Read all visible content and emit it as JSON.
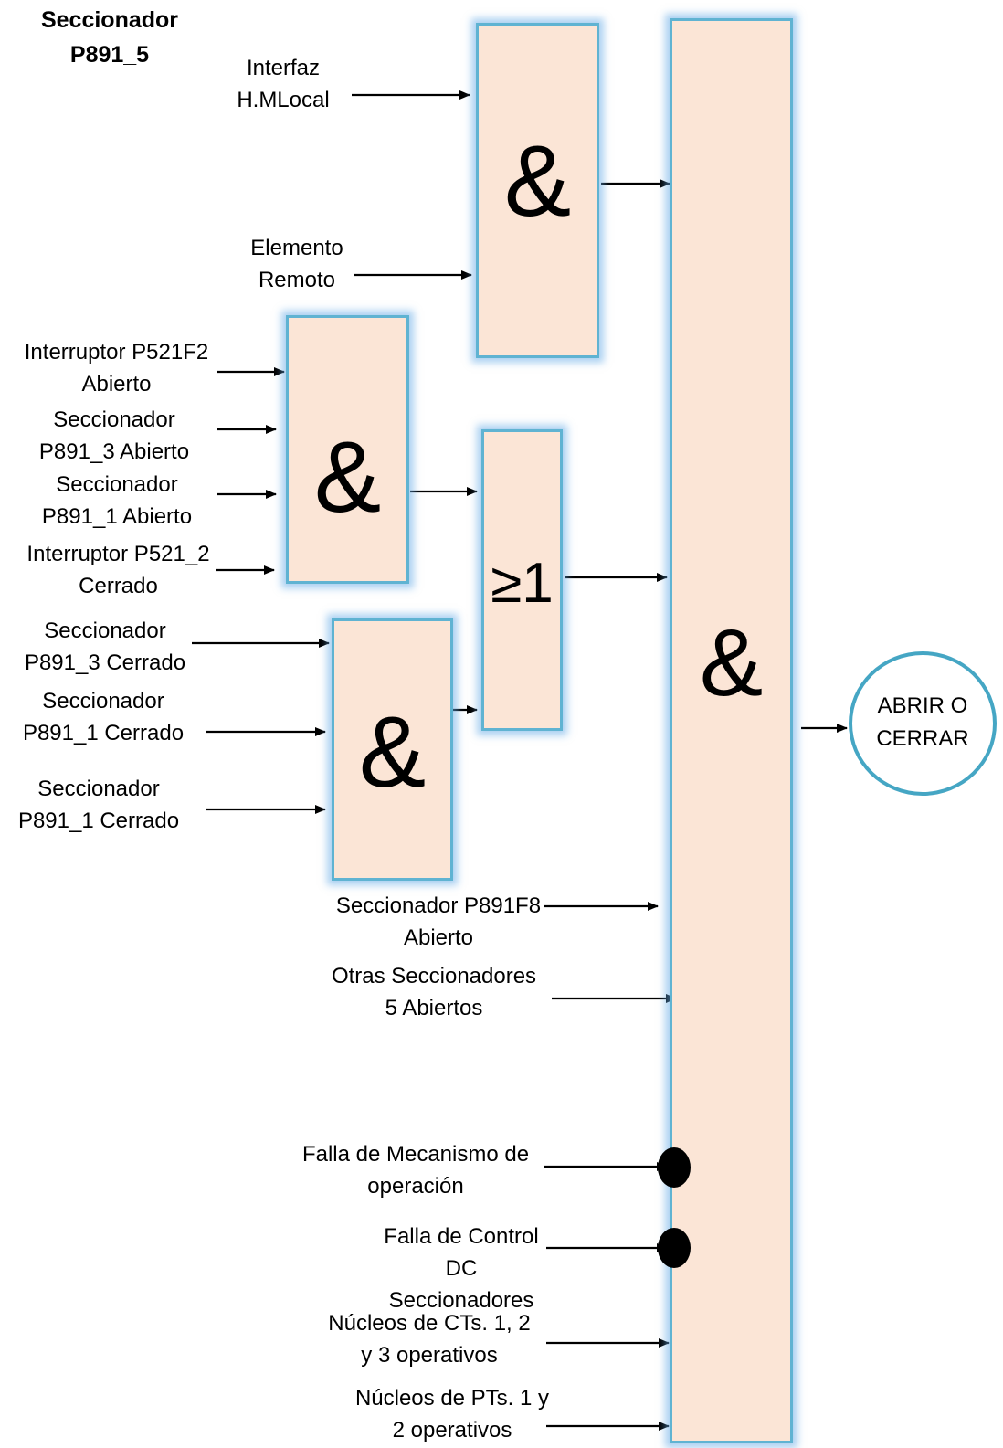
{
  "title": {
    "line1": "Seccionador",
    "line2": "P891_5"
  },
  "gates": {
    "g1": "&",
    "g2": "&",
    "g3": "≥1",
    "g4": "&",
    "main": "&"
  },
  "inputs": {
    "interfaz": [
      "Interfaz",
      "H.MLocal"
    ],
    "elemento": [
      "Elemento",
      "Remoto"
    ],
    "int_p521f2": [
      "Interruptor P521F2",
      "Abierto"
    ],
    "sec_p891_3_ab": [
      "Seccionador",
      "P891_3 Abierto"
    ],
    "sec_p891_1_ab": [
      "Seccionador",
      "P891_1 Abierto"
    ],
    "int_p521_2": [
      "Interruptor P521_2",
      "Cerrado"
    ],
    "sec_p891_3_ce": [
      "Seccionador",
      "P891_3 Cerrado"
    ],
    "sec_p891_1_ce_a": [
      "Seccionador",
      "P891_1 Cerrado"
    ],
    "sec_p891_1_ce_b": [
      "Seccionador",
      "P891_1 Cerrado"
    ],
    "sec_p891f8": [
      "Seccionador P891F8",
      "Abierto"
    ],
    "otras": [
      "Otras Seccionadores",
      "5 Abiertos"
    ],
    "falla_mec": [
      "Falla de Mecanismo de",
      "operación"
    ],
    "falla_ctrl": [
      "Falla de Control",
      "DC",
      "Seccionadores"
    ],
    "nucleos_ct": [
      "Núcleos de CTs. 1, 2",
      "y 3 operativos"
    ],
    "nucleos_pt": [
      "Núcleos de PTs. 1 y",
      "2 operativos"
    ]
  },
  "output": {
    "line1": "ABRIR O",
    "line2": "CERRAR"
  },
  "colors": {
    "gate_fill": "#fbe5d6",
    "gate_border": "#5fb3d2",
    "glow": "#64aae6",
    "output_circle": "#45a6c4"
  }
}
